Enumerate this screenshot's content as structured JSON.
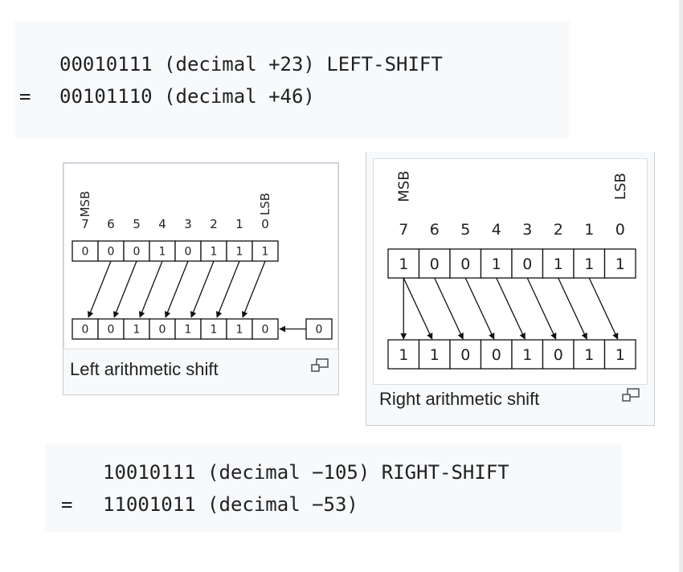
{
  "code_top": {
    "line1": "00010111 (decimal +23) LEFT-SHIFT",
    "eq": "=",
    "line2": "00101110 (decimal +46)"
  },
  "code_bottom": {
    "line1": "10010111 (decimal −105) RIGHT-SHIFT",
    "eq": "=",
    "line2": "11001011 (decimal −53)"
  },
  "left_figure": {
    "msb": "MSB",
    "lsb": "LSB",
    "bit_indices": [
      "7",
      "6",
      "5",
      "4",
      "3",
      "2",
      "1",
      "0"
    ],
    "input_bits": [
      "0",
      "0",
      "0",
      "1",
      "0",
      "1",
      "1",
      "1"
    ],
    "output_bits": [
      "0",
      "0",
      "1",
      "0",
      "1",
      "1",
      "1",
      "0"
    ],
    "fill_bit": "0",
    "caption": "Left arithmetic shift",
    "magnify_icon": "magnify-icon"
  },
  "right_figure": {
    "msb": "MSB",
    "lsb": "LSB",
    "bit_indices": [
      "7",
      "6",
      "5",
      "4",
      "3",
      "2",
      "1",
      "0"
    ],
    "input_bits": [
      "1",
      "0",
      "0",
      "1",
      "0",
      "1",
      "1",
      "1"
    ],
    "output_bits": [
      "1",
      "1",
      "0",
      "0",
      "1",
      "0",
      "1",
      "1"
    ],
    "caption": "Right arithmetic shift",
    "magnify_icon": "magnify-icon"
  }
}
